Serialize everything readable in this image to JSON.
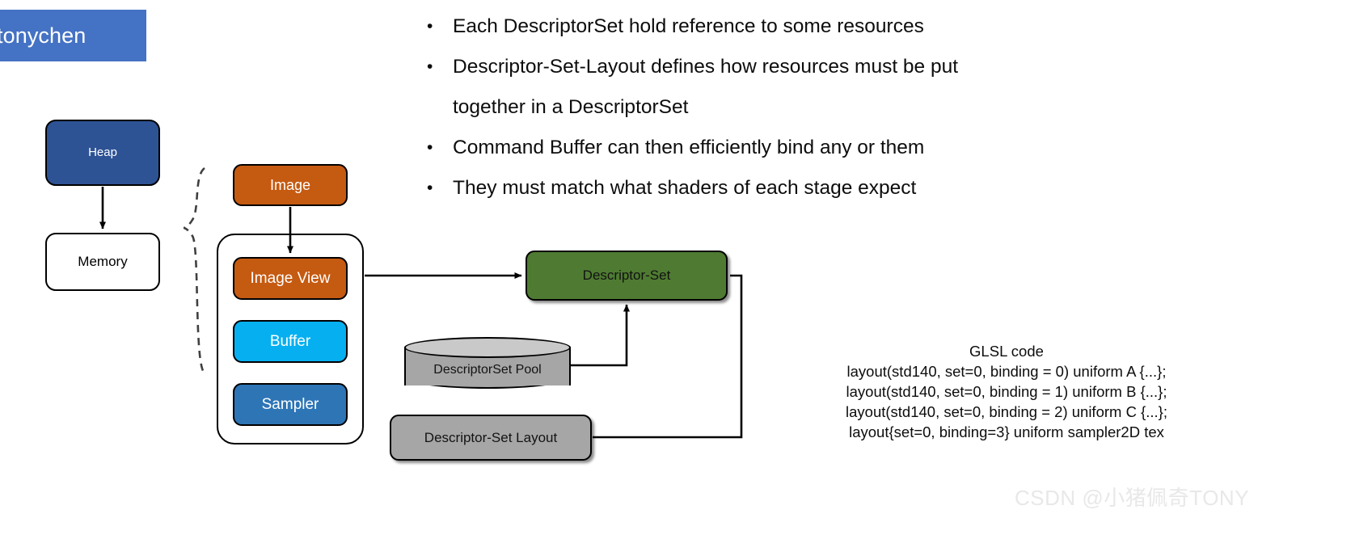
{
  "title_plate": {
    "text": "tonychen",
    "bg_color": "#4472c4",
    "text_color": "#ffffff"
  },
  "bullets": [
    {
      "marker": "•",
      "text": "Each DescriptorSet hold reference to some resources",
      "continuation": false
    },
    {
      "marker": "•",
      "text": "Descriptor-Set-Layout defines how resources must be put",
      "continuation": false
    },
    {
      "marker": "•",
      "text": "together in a DescriptorSet",
      "continuation": true
    },
    {
      "marker": "•",
      "text": "Command Buffer can then efficiently bind any or them",
      "continuation": false
    },
    {
      "marker": "•",
      "text": "They must match what shaders of each stage expect",
      "continuation": false
    }
  ],
  "diagram": {
    "heap": {
      "label": "Heap",
      "fill": "#2e5395",
      "text_color": "#ffffff"
    },
    "memory": {
      "label": "Memory",
      "fill": "#ffffff",
      "text_color": "#000000"
    },
    "image": {
      "label": "Image",
      "fill": "#c55a11",
      "text_color": "#ffffff"
    },
    "image_view": {
      "label": "Image View",
      "fill": "#c55a11",
      "text_color": "#ffffff"
    },
    "buffer": {
      "label": "Buffer",
      "fill": "#06b0f0",
      "text_color": "#ffffff"
    },
    "sampler": {
      "label": "Sampler",
      "fill": "#2e75b6",
      "text_color": "#ffffff"
    },
    "descriptor_set": {
      "label": "Descriptor-Set",
      "fill": "#4e7b31",
      "text_color": "#131313"
    },
    "descriptor_set_pool": {
      "label": "DescriptorSet Pool",
      "fill": "#a6a6a6",
      "top_fill": "#c9c9c9"
    },
    "descriptor_set_layout": {
      "label": "Descriptor-Set Layout",
      "fill": "#a6a6a6",
      "text_color": "#131313"
    }
  },
  "glsl": {
    "heading": "GLSL code",
    "lines": [
      "layout(std140, set=0, binding = 0) uniform A {...};",
      "layout(std140, set=0, binding = 1) uniform B {...};",
      "layout(std140, set=0, binding = 2) uniform C {...};",
      "layout{set=0, binding=3} uniform sampler2D tex"
    ]
  },
  "watermark": {
    "text": "CSDN @小猪佩奇TONY",
    "color": "#e8e8e8"
  }
}
